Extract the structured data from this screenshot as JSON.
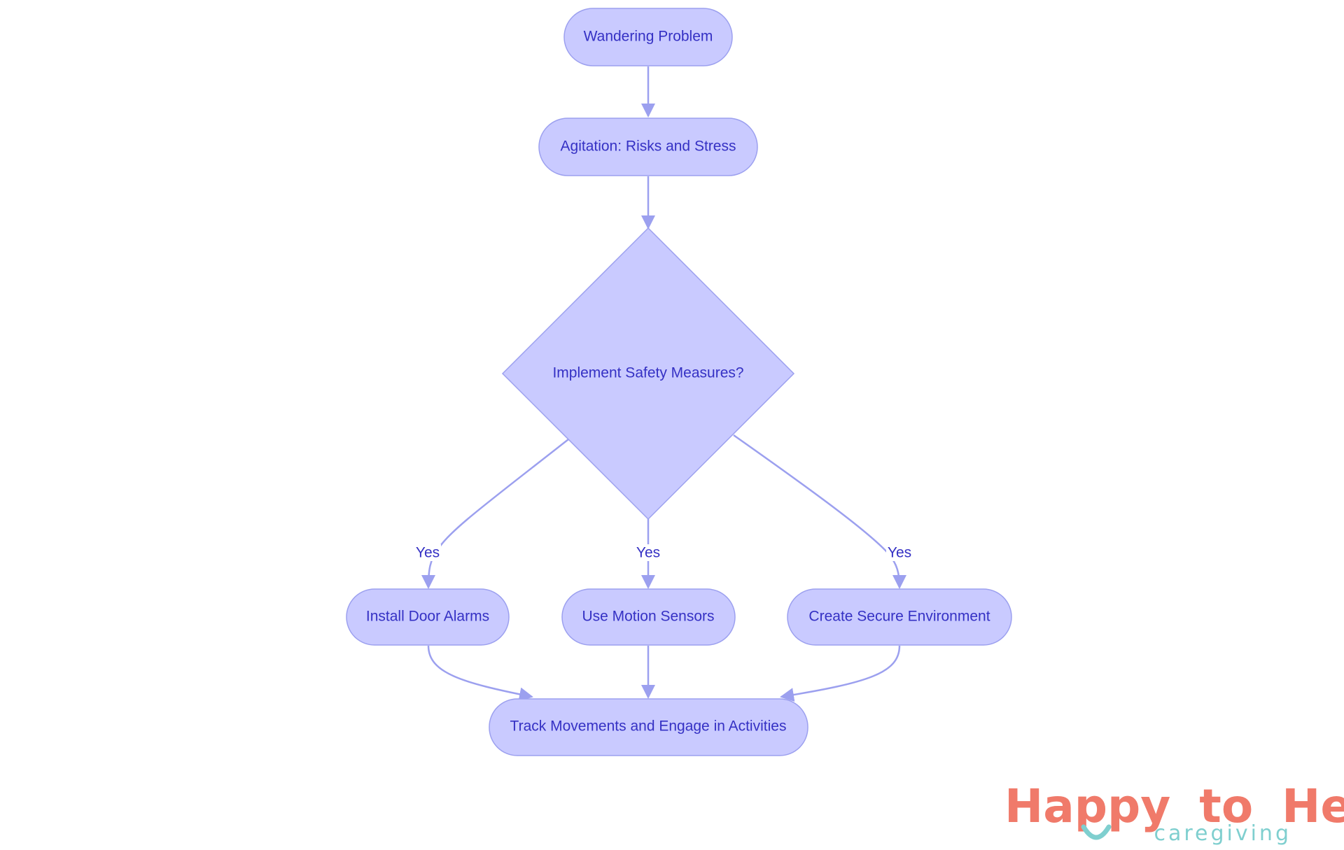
{
  "colors": {
    "node_fill": "#c9caff",
    "node_stroke": "#9ca0ef",
    "text": "#3531c4",
    "logo_coral": "#f07a6a",
    "logo_teal": "#7fcfcf"
  },
  "nodes": {
    "wandering": "Wandering Problem",
    "agitation": "Agitation: Risks and Stress",
    "decision": "Implement Safety Measures?",
    "door_alarms": "Install Door Alarms",
    "motion_sensors": "Use Motion Sensors",
    "secure_env": "Create Secure Environment",
    "track": "Track Movements and Engage in Activities"
  },
  "edge_labels": {
    "door_alarms": "Yes",
    "motion_sensors": "Yes",
    "secure_env": "Yes"
  },
  "logo": {
    "part1": "Happy",
    "part2": "to",
    "part3": "Help",
    "sub": "caregiving"
  }
}
